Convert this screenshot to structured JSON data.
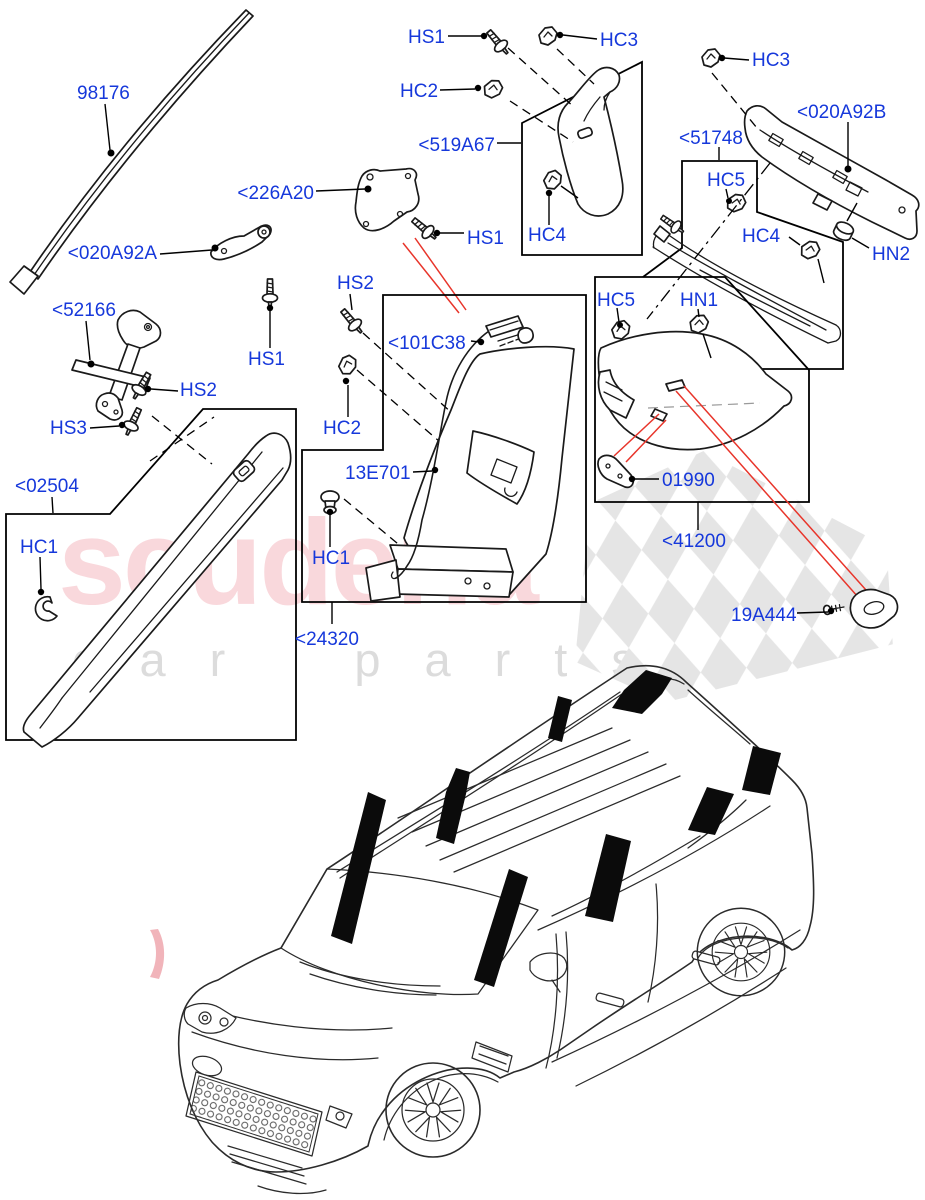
{
  "watermark": {
    "brand": "scuderia",
    "tagline": "car parts"
  },
  "colors": {
    "label_blue": "#1638db",
    "line_black": "#1a1a1a",
    "highlight_red": "#e8352b",
    "watermark_pink": "#e75a6e",
    "watermark_gray": "#dcdcdc",
    "flag_gray": "#e5e5e5"
  },
  "callouts": {
    "p98176": "98176",
    "p020A92A": "<020A92A",
    "p226A20": "<226A20",
    "p52166": "<52166",
    "p02504": "<02504",
    "p519A67": "<519A67",
    "p101C38": "<101C38",
    "p13E701": "13E701",
    "p24320": "<24320",
    "p51748": "<51748",
    "p020A92B": "<020A92B",
    "p41200": "<41200",
    "p01990": "01990",
    "p19A444": "19A444",
    "hs1": "HS1",
    "hs2": "HS2",
    "hs3": "HS3",
    "hc1": "HC1",
    "hc2": "HC2",
    "hc3": "HC3",
    "hc4": "HC4",
    "hc5": "HC5",
    "hn1": "HN1",
    "hn2": "HN2"
  }
}
